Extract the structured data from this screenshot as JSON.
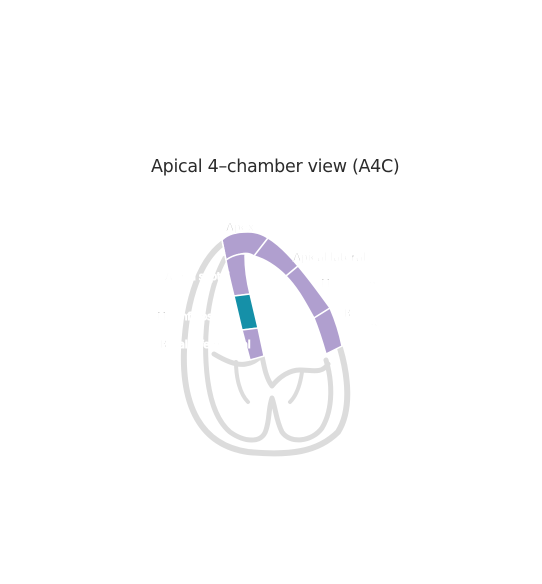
{
  "title": "Apical 4–chamber view (A4C)",
  "colors": {
    "background": "#ffffff",
    "heart_outline": "#dcdcdc",
    "segment": "#b09fcf",
    "segment_highlight": "#1590a8",
    "segment_border": "#ffffff",
    "text": "#333333"
  },
  "labels": {
    "apex": "Apex",
    "apical_septal": "Apical septal",
    "mid_inferoseptal": "Mid inferoseptal",
    "basal_inferoseptal": "Basal inferoseptal",
    "apical_lateral": "Apical lateral",
    "mid_anterolateral": "Mid anterolateral",
    "basal_anterolateral_line1": "Basal",
    "basal_anterolateral_line2": "anterolateral"
  },
  "highlighted_segment": "mid-inferoseptal"
}
